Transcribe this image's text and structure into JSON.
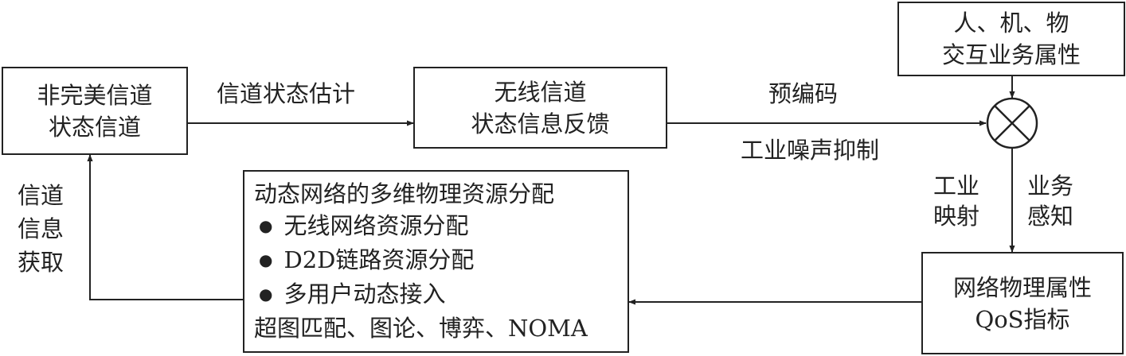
{
  "boxes": {
    "imperfect_channel": [
      "非完美信道",
      "状态信道"
    ],
    "csi_feedback": [
      "无线信道",
      "状态信息反馈"
    ],
    "interaction_attrs": [
      "人、机、物",
      "交互业务属性"
    ],
    "network_attrs": [
      "网络物理属性",
      "QoS指标"
    ]
  },
  "resource_box": {
    "title": "动态网络的多维物理资源分配",
    "items": [
      "无线网络资源分配",
      "D2D链路资源分配",
      "多用户动态接入"
    ],
    "methods": "超图匹配、图论、博弈、NOMA"
  },
  "labels": {
    "channel_estimation": "信道状态估计",
    "precoding": "预编码",
    "noise_suppression": "工业噪声抑制",
    "industrial_mapping": [
      "工业",
      "映射"
    ],
    "service_awareness": [
      "业务",
      "感知"
    ],
    "channel_info_acquisition": [
      "信道",
      "信息",
      "获取"
    ]
  },
  "icons": {
    "combiner": "multiplier-circle-icon"
  }
}
